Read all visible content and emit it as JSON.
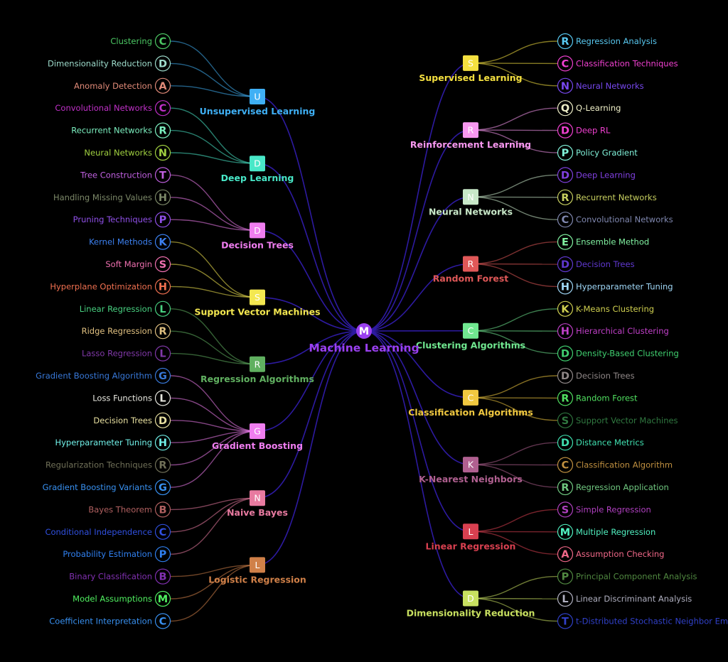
{
  "root": {
    "letter": "M",
    "label": "Machine Learning",
    "color": "#9a40f0"
  },
  "branch_color": "#2d1aa0",
  "left": [
    {
      "letter": "U",
      "label": "Unsupervised Learning",
      "color": "#3fb0f5",
      "children": [
        {
          "letter": "C",
          "label": "Clustering",
          "color": "#4cc864"
        },
        {
          "letter": "D",
          "label": "Dimensionality Reduction",
          "color": "#9edccc"
        },
        {
          "letter": "A",
          "label": "Anomaly Detection",
          "color": "#e08a78"
        }
      ]
    },
    {
      "letter": "D",
      "label": "Deep Learning",
      "color": "#48e8c8",
      "children": [
        {
          "letter": "C",
          "label": "Convolutional Networks",
          "color": "#c030c8"
        },
        {
          "letter": "R",
          "label": "Recurrent Networks",
          "color": "#7cf0c0"
        },
        {
          "letter": "N",
          "label": "Neural Networks",
          "color": "#a0d040"
        }
      ]
    },
    {
      "letter": "D",
      "label": "Decision Trees",
      "color": "#f07ef0",
      "children": [
        {
          "letter": "T",
          "label": "Tree Construction",
          "color": "#c060e0"
        },
        {
          "letter": "H",
          "label": "Handling Missing Values",
          "color": "#7c8868"
        },
        {
          "letter": "P",
          "label": "Pruning Techniques",
          "color": "#9050e8"
        }
      ]
    },
    {
      "letter": "S",
      "label": "Support Vector Machines",
      "color": "#f4e850",
      "children": [
        {
          "letter": "K",
          "label": "Kernel Methods",
          "color": "#3c80f0"
        },
        {
          "letter": "S",
          "label": "Soft Margin",
          "color": "#f070b0"
        },
        {
          "letter": "H",
          "label": "Hyperplane Optimization",
          "color": "#f07050"
        }
      ]
    },
    {
      "letter": "R",
      "label": "Regression Algorithms",
      "color": "#60b060",
      "children": [
        {
          "letter": "L",
          "label": "Linear Regression",
          "color": "#48d080"
        },
        {
          "letter": "R",
          "label": "Ridge Regression",
          "color": "#e0c080"
        },
        {
          "letter": "L",
          "label": "Lasso Regression",
          "color": "#8038a8"
        }
      ]
    },
    {
      "letter": "G",
      "label": "Gradient Boosting",
      "color": "#f07ef0",
      "children": [
        {
          "letter": "G",
          "label": "Gradient Boosting Algorithm",
          "color": "#3878d8"
        },
        {
          "letter": "L",
          "label": "Loss Functions",
          "color": "#e8e8e0"
        },
        {
          "letter": "D",
          "label": "Decision Trees",
          "color": "#e8e0a0"
        },
        {
          "letter": "H",
          "label": "Hyperparameter Tuning",
          "color": "#70f0e8"
        },
        {
          "letter": "R",
          "label": "Regularization Techniques",
          "color": "#707058"
        },
        {
          "letter": "G",
          "label": "Gradient Boosting Variants",
          "color": "#3890f0"
        }
      ]
    },
    {
      "letter": "N",
      "label": "Naive Bayes",
      "color": "#e87aa0",
      "children": [
        {
          "letter": "B",
          "label": "Bayes Theorem",
          "color": "#b06060"
        },
        {
          "letter": "C",
          "label": "Conditional Independence",
          "color": "#3050e0"
        },
        {
          "letter": "P",
          "label": "Probability Estimation",
          "color": "#3080f0"
        }
      ]
    },
    {
      "letter": "L",
      "label": "Logistic Regression",
      "color": "#d08048",
      "children": [
        {
          "letter": "B",
          "label": "Binary Classification",
          "color": "#8030b0"
        },
        {
          "letter": "M",
          "label": "Model Assumptions",
          "color": "#50f060"
        },
        {
          "letter": "C",
          "label": "Coefficient Interpretation",
          "color": "#3890f0"
        }
      ]
    }
  ],
  "right": [
    {
      "letter": "S",
      "label": "Supervised Learning",
      "color": "#f4e040",
      "children": [
        {
          "letter": "R",
          "label": "Regression Analysis",
          "color": "#58c8f0"
        },
        {
          "letter": "C",
          "label": "Classification Techniques",
          "color": "#f040d0"
        },
        {
          "letter": "N",
          "label": "Neural Networks",
          "color": "#7848f0"
        }
      ]
    },
    {
      "letter": "R",
      "label": "Reinforcement Learning",
      "color": "#f898f0",
      "children": [
        {
          "letter": "Q",
          "label": "Q-Learning",
          "color": "#f0f0c8"
        },
        {
          "letter": "D",
          "label": "Deep RL",
          "color": "#f040d0"
        },
        {
          "letter": "P",
          "label": "Policy Gradient",
          "color": "#80f0d8"
        }
      ]
    },
    {
      "letter": "N",
      "label": "Neural Networks",
      "color": "#c8e8c8",
      "children": [
        {
          "letter": "D",
          "label": "Deep Learning",
          "color": "#8040e0"
        },
        {
          "letter": "R",
          "label": "Recurrent Networks",
          "color": "#c8d060"
        },
        {
          "letter": "C",
          "label": "Convolutional Networks",
          "color": "#8088b0"
        }
      ]
    },
    {
      "letter": "R",
      "label": "Random Forest",
      "color": "#e05858",
      "children": [
        {
          "letter": "E",
          "label": "Ensemble Method",
          "color": "#80f0a0"
        },
        {
          "letter": "D",
          "label": "Decision Trees",
          "color": "#6038d0"
        },
        {
          "letter": "H",
          "label": "Hyperparameter Tuning",
          "color": "#a0d8f8"
        }
      ]
    },
    {
      "letter": "C",
      "label": "Clustering Algorithms",
      "color": "#70e890",
      "children": [
        {
          "letter": "K",
          "label": "K-Means Clustering",
          "color": "#d0d050"
        },
        {
          "letter": "H",
          "label": "Hierarchical Clustering",
          "color": "#c040c8"
        },
        {
          "letter": "D",
          "label": "Density-Based Clustering",
          "color": "#40d070"
        }
      ]
    },
    {
      "letter": "C",
      "label": "Classification Algorithms",
      "color": "#f0c840",
      "children": [
        {
          "letter": "D",
          "label": "Decision Trees",
          "color": "#908888"
        },
        {
          "letter": "R",
          "label": "Random Forest",
          "color": "#50e060"
        },
        {
          "letter": "S",
          "label": "Support Vector Machines",
          "color": "#307840"
        }
      ]
    },
    {
      "letter": "K",
      "label": "K-Nearest Neighbors",
      "color": "#b06090",
      "children": [
        {
          "letter": "D",
          "label": "Distance Metrics",
          "color": "#40e0b0"
        },
        {
          "letter": "C",
          "label": "Classification Algorithm",
          "color": "#c09040"
        },
        {
          "letter": "R",
          "label": "Regression Application",
          "color": "#70c880"
        }
      ]
    },
    {
      "letter": "L",
      "label": "Linear Regression",
      "color": "#d84050",
      "children": [
        {
          "letter": "S",
          "label": "Simple Regression",
          "color": "#b040c0"
        },
        {
          "letter": "M",
          "label": "Multiple Regression",
          "color": "#50f0c0"
        },
        {
          "letter": "A",
          "label": "Assumption Checking",
          "color": "#f06888"
        }
      ]
    },
    {
      "letter": "D",
      "label": "Dimensionality Reduction",
      "color": "#c8e060",
      "children": [
        {
          "letter": "P",
          "label": "Principal Component Analysis",
          "color": "#508840"
        },
        {
          "letter": "L",
          "label": "Linear Discriminant Analysis",
          "color": "#b0b0c0"
        },
        {
          "letter": "T",
          "label": "t-Distributed Stochastic Neighbor Em…",
          "color": "#3040c8"
        }
      ]
    }
  ]
}
